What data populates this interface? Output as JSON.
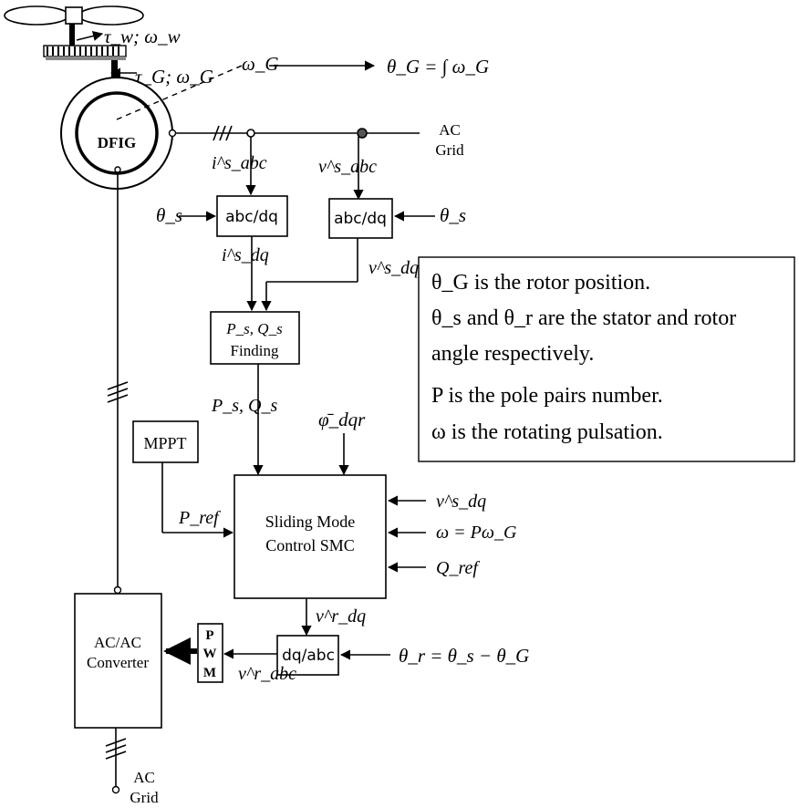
{
  "generator": {
    "label": "DFIG",
    "torque_w": "τ_w; ω_w",
    "torque_g": "τ_G; ω_G"
  },
  "rotor_speed": {
    "omega_label": "ω_G",
    "theta_eq": "θ_G = ∫ ω_G"
  },
  "grid_top": {
    "line1": "AC",
    "line2": "Grid"
  },
  "grid_bottom": {
    "line1": "AC",
    "line2": "Grid"
  },
  "signals": {
    "i_abc": "i^s_abc",
    "v_abc": "v^s_abc",
    "theta_s_left": "θ_s",
    "theta_s_right": "θ_s",
    "i_dq": "i^s_dq",
    "v_dq": "v^s_dq",
    "ps_qs": "P_s, Q_s",
    "phi_ref": "φ̄_dqr",
    "p_ref": "P_ref",
    "v_dq_in": "v^s_dq",
    "omega_eq": "ω = Pω_G",
    "q_ref": "Q_ref",
    "v_dq_r": "v^r_dq",
    "v_abc_r": "v^r_abc",
    "theta_r_eq": "θ_r = θ_s − θ_G"
  },
  "blocks": {
    "abcdq_left": "abc/dq",
    "abcdq_right": "abc/dq",
    "finding_line1": "P_s, Q_s",
    "finding_line2": "Finding",
    "mppt": "MPPT",
    "smc_line1": "Sliding Mode",
    "smc_line2": "Control SMC",
    "dqabc": "dq/abc",
    "pwm": [
      "P",
      "W",
      "M"
    ],
    "converter_line1": "AC/AC",
    "converter_line2": "Converter"
  },
  "legend": {
    "line1": "θ_G is the rotor position.",
    "line2": "θ_s and θ_r are the stator and rotor",
    "line3": "angle respectively.",
    "line4": "P is the pole pairs number.",
    "line5": "ω is the rotating pulsation."
  }
}
